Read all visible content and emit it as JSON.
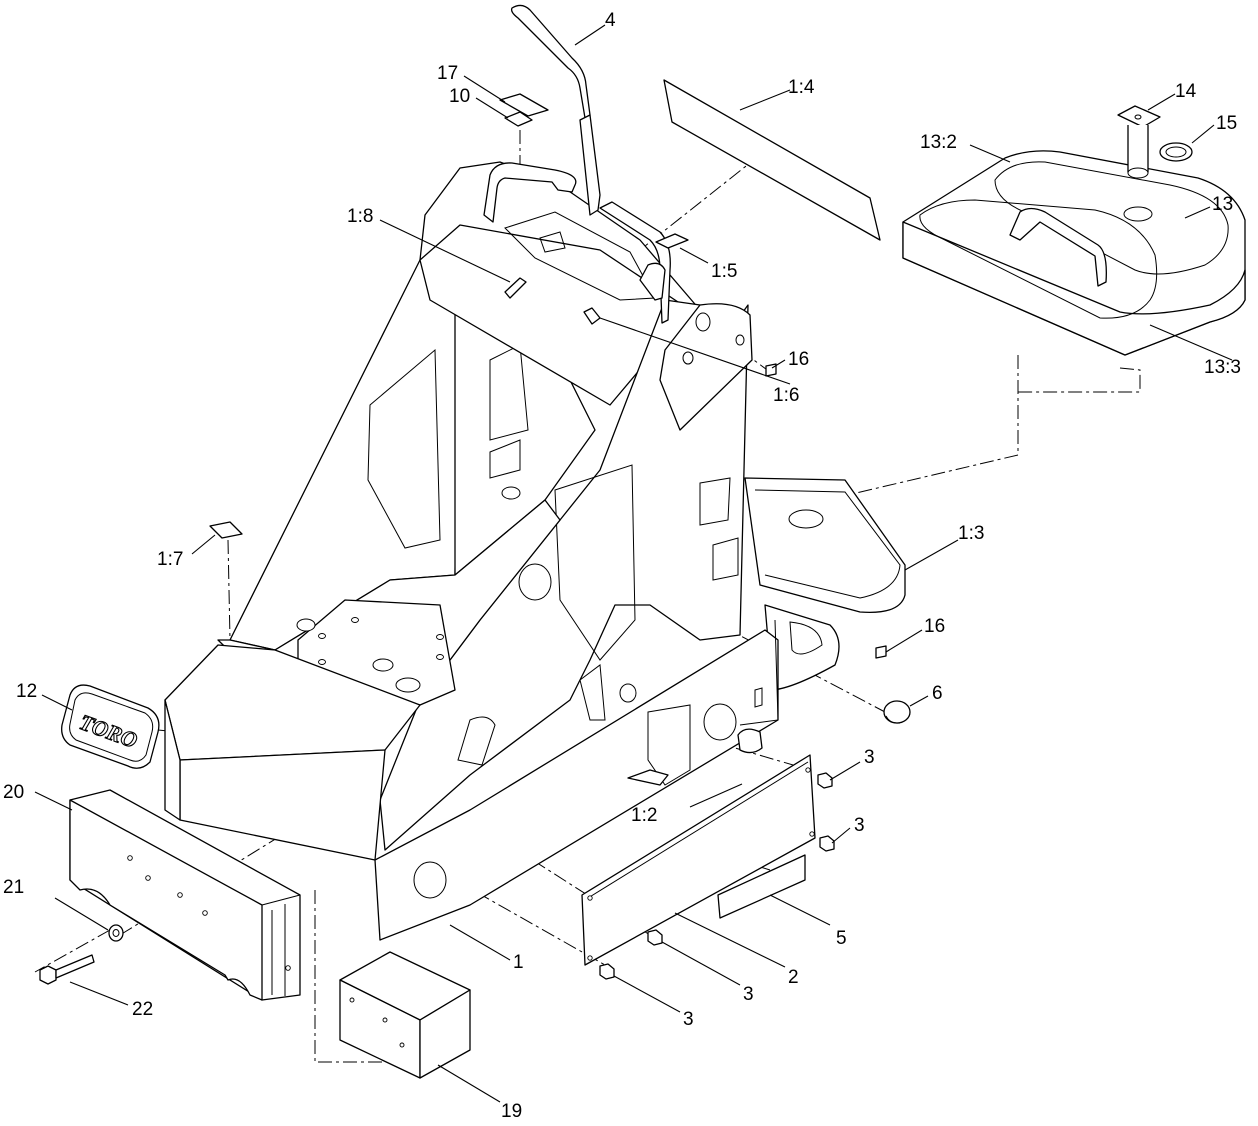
{
  "diagram": {
    "logo_text": "TORO",
    "callouts": [
      {
        "id": "c4",
        "text": "4"
      },
      {
        "id": "c1-4",
        "text": "1:4"
      },
      {
        "id": "c17",
        "text": "17"
      },
      {
        "id": "c10",
        "text": "10"
      },
      {
        "id": "c14",
        "text": "14"
      },
      {
        "id": "c15",
        "text": "15"
      },
      {
        "id": "c13-2",
        "text": "13:2"
      },
      {
        "id": "c13",
        "text": "13"
      },
      {
        "id": "c1-8",
        "text": "1:8"
      },
      {
        "id": "c1-5",
        "text": "1:5"
      },
      {
        "id": "c13-3",
        "text": "13:3"
      },
      {
        "id": "c16a",
        "text": "16"
      },
      {
        "id": "c1-6",
        "text": "1:6"
      },
      {
        "id": "c1-3",
        "text": "1:3"
      },
      {
        "id": "c1-7",
        "text": "1:7"
      },
      {
        "id": "c16b",
        "text": "16"
      },
      {
        "id": "c12",
        "text": "12"
      },
      {
        "id": "c6",
        "text": "6"
      },
      {
        "id": "c20",
        "text": "20"
      },
      {
        "id": "c3a",
        "text": "3"
      },
      {
        "id": "c1-2",
        "text": "1:2"
      },
      {
        "id": "c3b",
        "text": "3"
      },
      {
        "id": "c21",
        "text": "21"
      },
      {
        "id": "c5",
        "text": "5"
      },
      {
        "id": "c1",
        "text": "1"
      },
      {
        "id": "c2",
        "text": "2"
      },
      {
        "id": "c22",
        "text": "22"
      },
      {
        "id": "c3c",
        "text": "3"
      },
      {
        "id": "c3d",
        "text": "3"
      },
      {
        "id": "c19",
        "text": "19"
      }
    ]
  }
}
